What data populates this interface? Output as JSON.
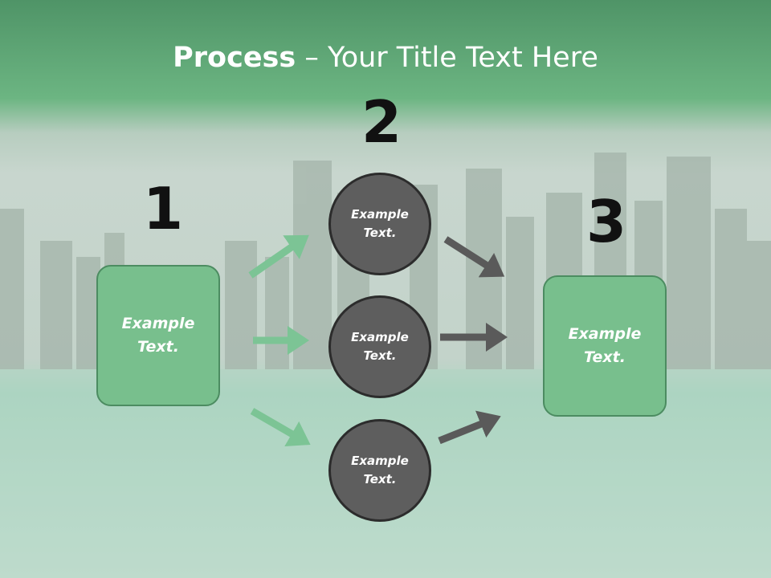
{
  "title": {
    "bold": "Process",
    "rest": " – Your Title Text Here"
  },
  "steps": {
    "one": {
      "number": "1",
      "text": "Example\nText."
    },
    "two": {
      "number": "2",
      "circles": [
        "Example\nText.",
        "Example\nText.",
        "Example\nText."
      ]
    },
    "three": {
      "number": "3",
      "text": "Example\nText."
    }
  },
  "colors": {
    "header_green": "#5aa873",
    "box_fill": "#78bf8d",
    "box_border": "#4c8c61",
    "circle_fill": "#5e5e5e",
    "green_arrow": "#7cc495",
    "gray_arrow": "#5a5a5a"
  }
}
